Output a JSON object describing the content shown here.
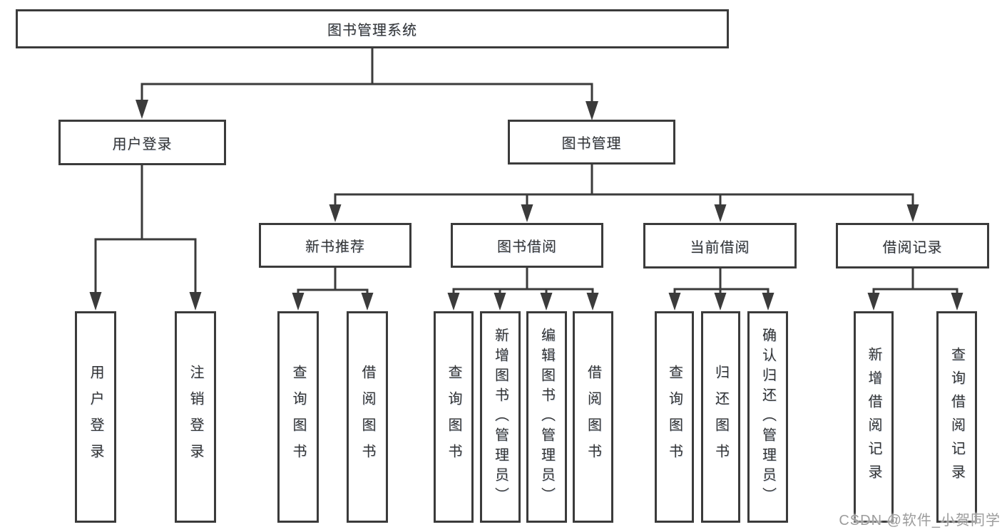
{
  "diagram": {
    "title_node": {
      "label": "图书管理系统"
    },
    "level2": [
      {
        "label": "用户登录"
      },
      {
        "label": "图书管理"
      }
    ],
    "level3": [
      {
        "label": "新书推荐"
      },
      {
        "label": "图书借阅"
      },
      {
        "label": "当前借阅"
      },
      {
        "label": "借阅记录"
      }
    ],
    "leaves": [
      {
        "label": "用户登录"
      },
      {
        "label": "注销登录"
      },
      {
        "label": "查询图书"
      },
      {
        "label": "借阅图书"
      },
      {
        "label": "查询图书"
      },
      {
        "label": "新增图书（管理员）"
      },
      {
        "label": "编辑图书（管理员）"
      },
      {
        "label": "借阅图书"
      },
      {
        "label": "查询图书"
      },
      {
        "label": "归还图书"
      },
      {
        "label": "确认归还（管理员）"
      },
      {
        "label": "新增借阅记录"
      },
      {
        "label": "查询借阅记录"
      }
    ],
    "line_color": "#3b3b3b",
    "text_color": "#333333",
    "box_background": "#ffffff"
  },
  "watermark": {
    "text": "CSDN @软件_小贺同学",
    "color": "#9c9c9c"
  }
}
